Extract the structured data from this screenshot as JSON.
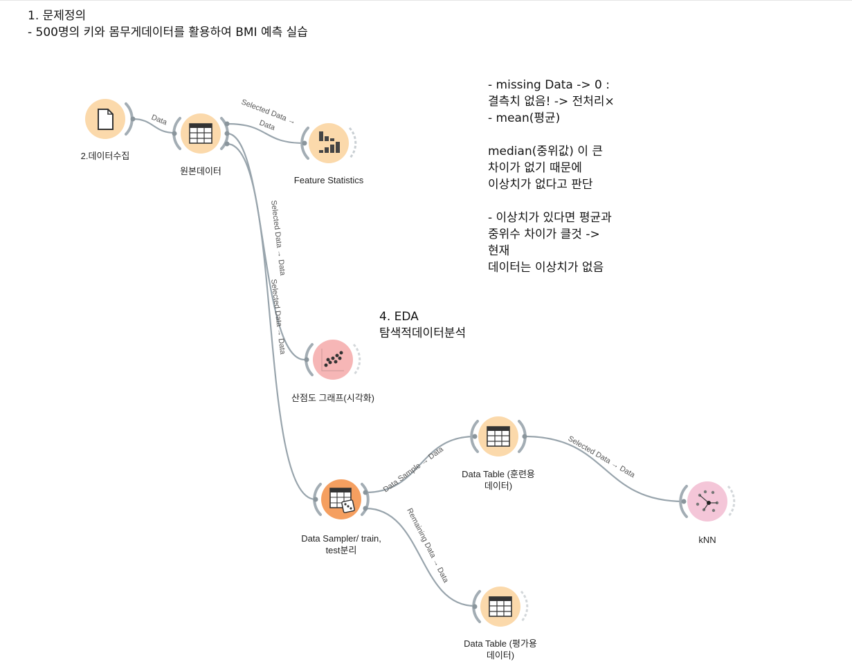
{
  "annotations": {
    "problem": "1. 문제정의\n- 500명의 키와 몸무게데이터를 활용하여 BMI 예측 실습",
    "notes": "- missing Data -> 0 :\n결측치 없음! -> 전처리×\n- mean(평균)\n\nmedian(중위값) 이 큰\n차이가 없기 때문에\n이상치가 없다고 판단\n\n- 이상치가 있다면 평균과\n중위수 차이가 클것 ->\n현재\n데이터는 이상치가 없음",
    "eda": "4. EDA\n탐색적데이터분석"
  },
  "nodes": {
    "file": {
      "label": "2.데이터수집",
      "icon": "file-icon",
      "color": "#fbd9ab"
    },
    "table_orig": {
      "label": "원본데이터",
      "icon": "table-icon",
      "color": "#fbd9ab"
    },
    "feature_stats": {
      "label": "Feature Statistics",
      "icon": "bar-chart-icon",
      "color": "#fbd9ab"
    },
    "scatter": {
      "label": "산점도 그래프(시각화)",
      "icon": "scatter-plot-icon",
      "color": "#f6b6b6"
    },
    "sampler": {
      "label1": "Data Sampler/ train,",
      "label2": "test분리",
      "icon": "dice-table-icon",
      "color": "#f59f60"
    },
    "table_train": {
      "label1": "Data Table (훈련용",
      "label2": "데이터)",
      "icon": "table-icon",
      "color": "#fbd9ab"
    },
    "table_test": {
      "label1": "Data Table (평가용",
      "label2": "데이터)",
      "icon": "table-icon",
      "color": "#fbd9ab"
    },
    "knn": {
      "label": "kNN",
      "icon": "knn-icon",
      "color": "#f4c6d8"
    }
  },
  "edges": {
    "file_to_table": "Data",
    "table_to_stats_1": "Selected Data →",
    "table_to_stats_2": "Data",
    "table_to_scatter_1": "Selected Data → Data",
    "table_to_scatter_2": "Selected Data → Data",
    "sampler_to_train": "Data Sample → Data",
    "sampler_to_test": "Remaining Data → Data",
    "train_to_knn": "Selected Data → Data"
  }
}
